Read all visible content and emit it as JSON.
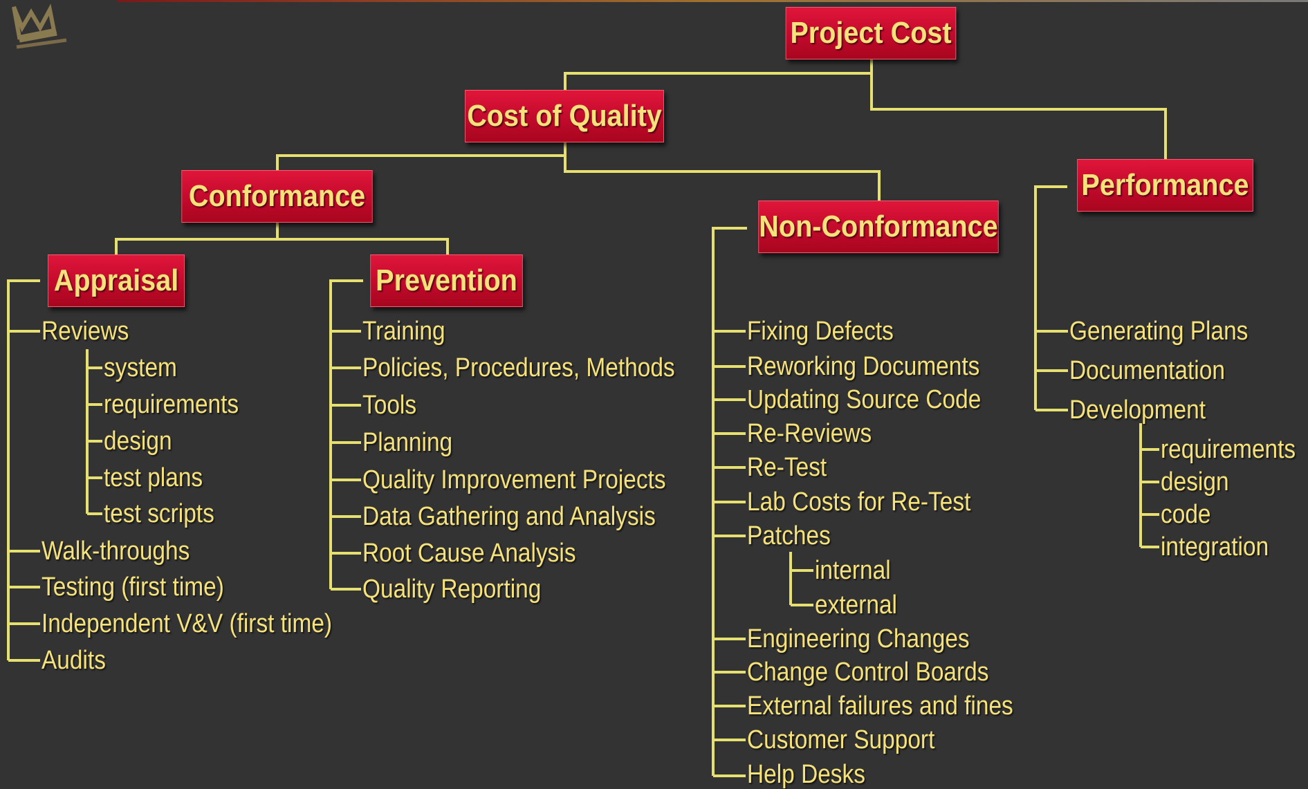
{
  "colors": {
    "background": "#333333",
    "box_fill": "#c8102e",
    "text": "#f6e27a",
    "connector": "#e6e070"
  },
  "icons": {
    "logo": "crown-logo-icon"
  },
  "nodes": {
    "project_cost": "Project Cost",
    "cost_of_quality": "Cost of Quality",
    "conformance": "Conformance",
    "non_conformance": "Non-Conformance",
    "performance": "Performance",
    "appraisal": "Appraisal",
    "prevention": "Prevention"
  },
  "appraisal": {
    "reviews": "Reviews",
    "review_items": [
      "system",
      "requirements",
      "design",
      "test plans",
      "test scripts"
    ],
    "others": [
      "Walk-throughs",
      "Testing (first time)",
      "Independent V&V (first time)",
      "Audits"
    ]
  },
  "prevention": {
    "items": [
      "Training",
      "Policies, Procedures, Methods",
      "Tools",
      "Planning",
      "Quality Improvement Projects",
      "Data Gathering and Analysis",
      "Root Cause Analysis",
      "Quality Reporting"
    ]
  },
  "non_conformance": {
    "items_a": [
      "Fixing Defects",
      "Reworking Documents",
      "Updating Source Code",
      "Re-Reviews",
      "Re-Test",
      "Lab Costs for Re-Test",
      "Patches"
    ],
    "patch_items": [
      "internal",
      "external"
    ],
    "items_b": [
      "Engineering Changes",
      "Change Control Boards",
      "External failures and fines",
      "Customer Support",
      "Help Desks"
    ]
  },
  "performance": {
    "items": [
      "Generating Plans",
      "Documentation",
      "Development"
    ],
    "development_items": [
      "requirements",
      "design",
      "code",
      "integration"
    ]
  }
}
